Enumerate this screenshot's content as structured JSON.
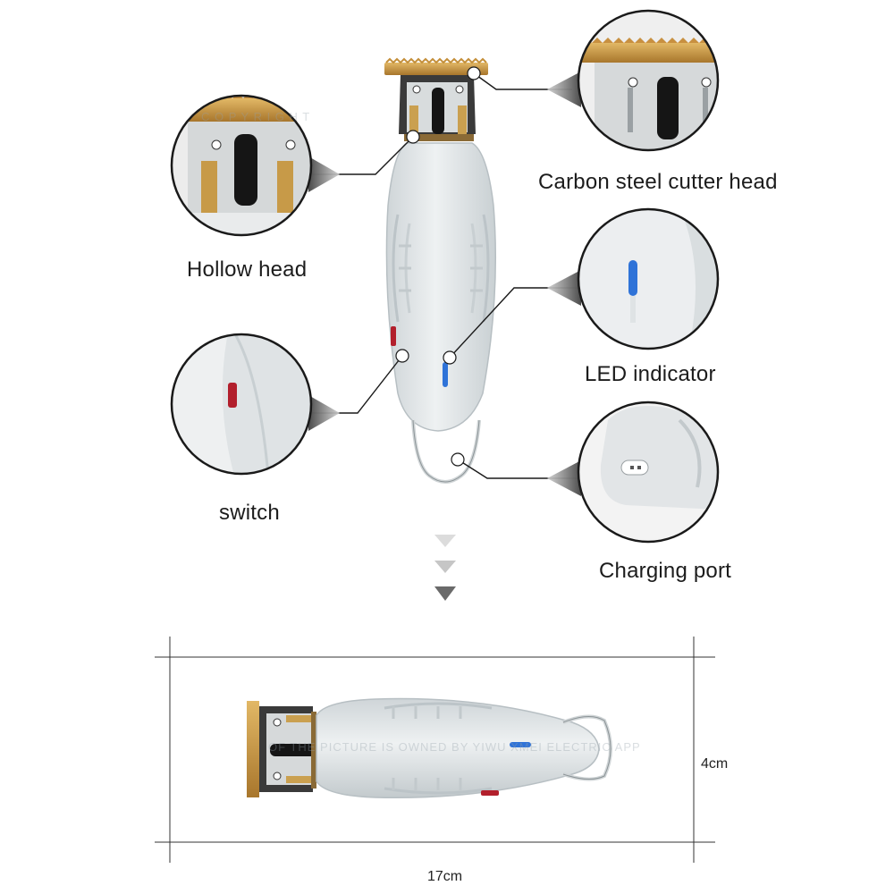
{
  "labels": {
    "hollow_head": "Hollow head",
    "carbon_steel": "Carbon steel cutter head",
    "led": "LED indicator",
    "switch": "switch",
    "charging": "Charging port"
  },
  "dimensions": {
    "width": "17cm",
    "height": "4cm"
  },
  "colors": {
    "body": "#dfe4e6",
    "blade_gold": "#c7933f",
    "led_blue": "#2f73d8",
    "switch_red": "#b21f2c",
    "circle_border": "#1a1a1a"
  }
}
